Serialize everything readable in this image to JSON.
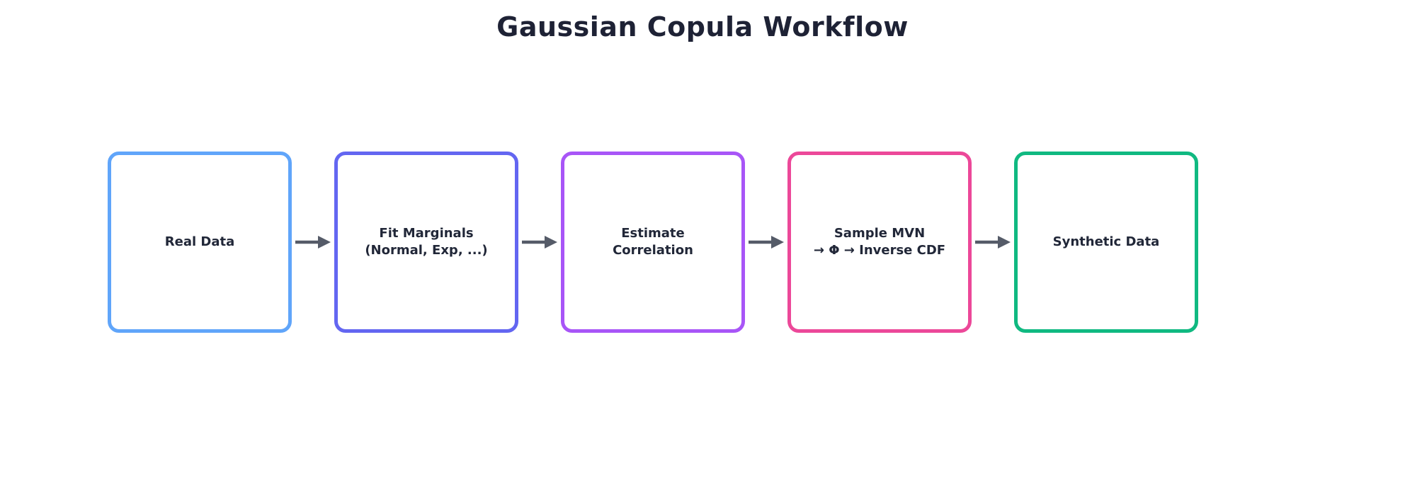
{
  "title": "Gaussian Copula Workflow",
  "colors": {
    "background": "#ffffff",
    "title_text": "#1e2235",
    "node_text": "#212738",
    "arrow": "#555b68"
  },
  "nodes": [
    {
      "id": "real-data",
      "label": "Real Data",
      "border_color": "#60a5fa"
    },
    {
      "id": "fit-marginals",
      "label": "Fit Marginals\n(Normal, Exp, ...)",
      "border_color": "#6366f1"
    },
    {
      "id": "estimate-correlation",
      "label": "Estimate\nCorrelation",
      "border_color": "#a855f7"
    },
    {
      "id": "sample-mvn",
      "label": "Sample MVN\n→ Φ → Inverse CDF",
      "border_color": "#ec4899"
    },
    {
      "id": "synthetic-data",
      "label": "Synthetic Data",
      "border_color": "#10b981"
    }
  ]
}
